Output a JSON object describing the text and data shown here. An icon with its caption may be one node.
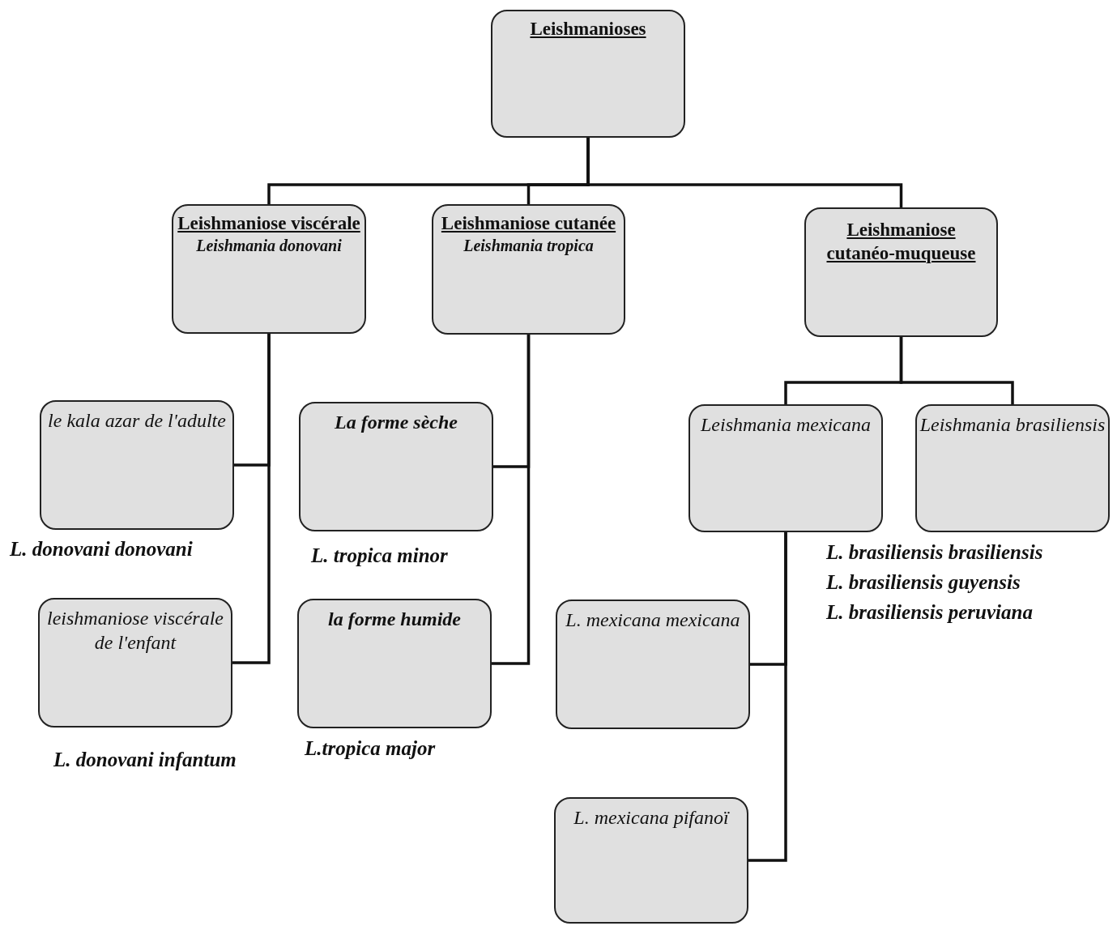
{
  "diagram": {
    "nodes": [
      {
        "text": [
          "Leishmanioses"
        ]
      },
      {
        "text": [
          "Leishmaniose viscérale",
          "Leishmania donovani"
        ]
      },
      {
        "text": [
          "Leishmaniose cutanée",
          "Leishmania tropica"
        ]
      },
      {
        "text": [
          "Leishmaniose cutanéo-muqueuse"
        ]
      },
      {
        "text": [
          "le kala azar de l'adulte"
        ],
        "beside": [
          "L. donovani donovani"
        ]
      },
      {
        "text": [
          "leishmaniose viscérale de l'enfant"
        ],
        "beside": [
          "L. donovani infantum"
        ]
      },
      {
        "text": [
          "La forme sèche"
        ],
        "beside": [
          "L. tropica minor"
        ]
      },
      {
        "text": [
          "la forme humide"
        ],
        "beside": [
          "L.tropica major"
        ]
      },
      {
        "text": [
          "Leishmania mexicana"
        ]
      },
      {
        "text": [
          "Leishmania brasiliensis"
        ],
        "beside": [
          "L. brasiliensis brasiliensis",
          "L. brasiliensis guyensis",
          "L. brasiliensis peruviana"
        ]
      },
      {
        "text": [
          "L. mexicana mexicana"
        ]
      },
      {
        "text": [
          "L. mexicana pifanoï"
        ]
      }
    ],
    "edges": [
      {
        "from": 0,
        "to": 1,
        "arrow": "none"
      },
      {
        "from": 0,
        "to": 2,
        "arrow": "none"
      },
      {
        "from": 0,
        "to": 3,
        "arrow": "none"
      },
      {
        "from": 1,
        "to": 4,
        "arrow": "none"
      },
      {
        "from": 1,
        "to": 5,
        "arrow": "none"
      },
      {
        "from": 2,
        "to": 6,
        "arrow": "none"
      },
      {
        "from": 2,
        "to": 7,
        "arrow": "none"
      },
      {
        "from": 3,
        "to": 8,
        "arrow": "none"
      },
      {
        "from": 3,
        "to": 9,
        "arrow": "none"
      },
      {
        "from": 8,
        "to": 10,
        "arrow": "none"
      },
      {
        "from": 8,
        "to": 11,
        "arrow": "none"
      }
    ]
  }
}
